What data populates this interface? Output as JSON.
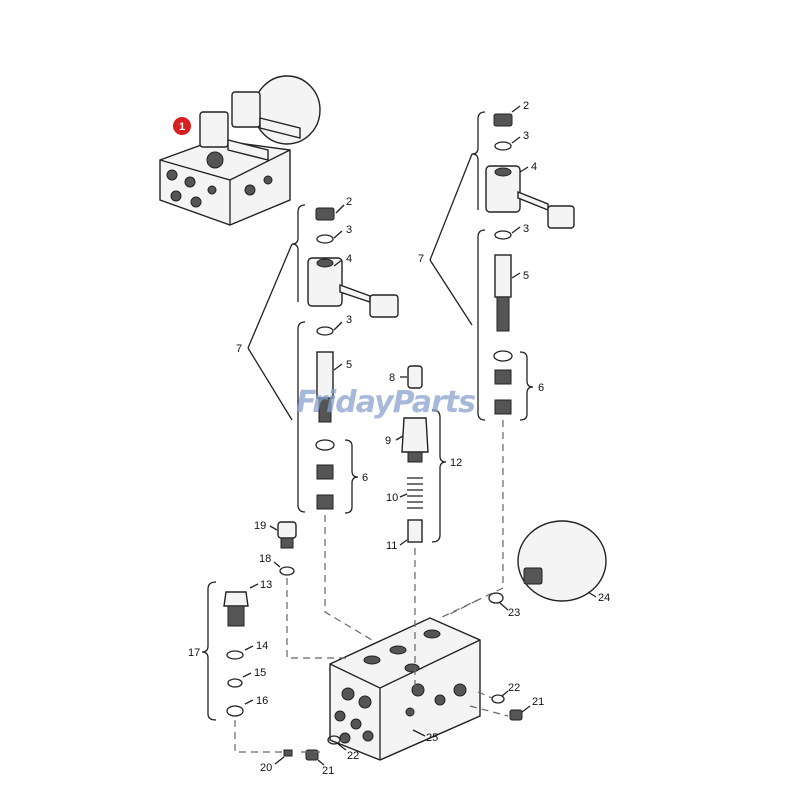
{
  "watermark": "FridayParts",
  "badge": "1",
  "callouts": [
    "2",
    "3",
    "4",
    "3",
    "5",
    "6",
    "7",
    "8",
    "9",
    "10",
    "11",
    "12",
    "2",
    "3",
    "4",
    "3",
    "5",
    "6",
    "7",
    "13",
    "14",
    "15",
    "16",
    "17",
    "18",
    "19",
    "20",
    "21",
    "22",
    "21",
    "22",
    "23",
    "24",
    "25"
  ]
}
